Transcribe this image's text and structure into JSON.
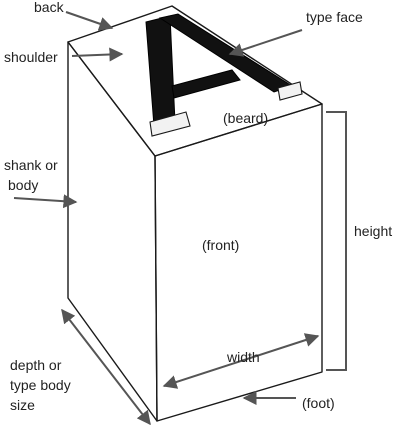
{
  "labels": {
    "back": "back",
    "type_face": "type face",
    "shoulder": "shoulder",
    "beard": "(beard)",
    "shank_line1": "shank or",
    "shank_line2": "body",
    "front": "(front)",
    "height": "height",
    "width": "width",
    "depth_line1": "depth or",
    "depth_line2": "type body",
    "depth_line3": "size",
    "foot": "(foot)"
  },
  "colors": {
    "line": "#1a1a1a",
    "arrow": "#555555",
    "text": "#222222"
  }
}
